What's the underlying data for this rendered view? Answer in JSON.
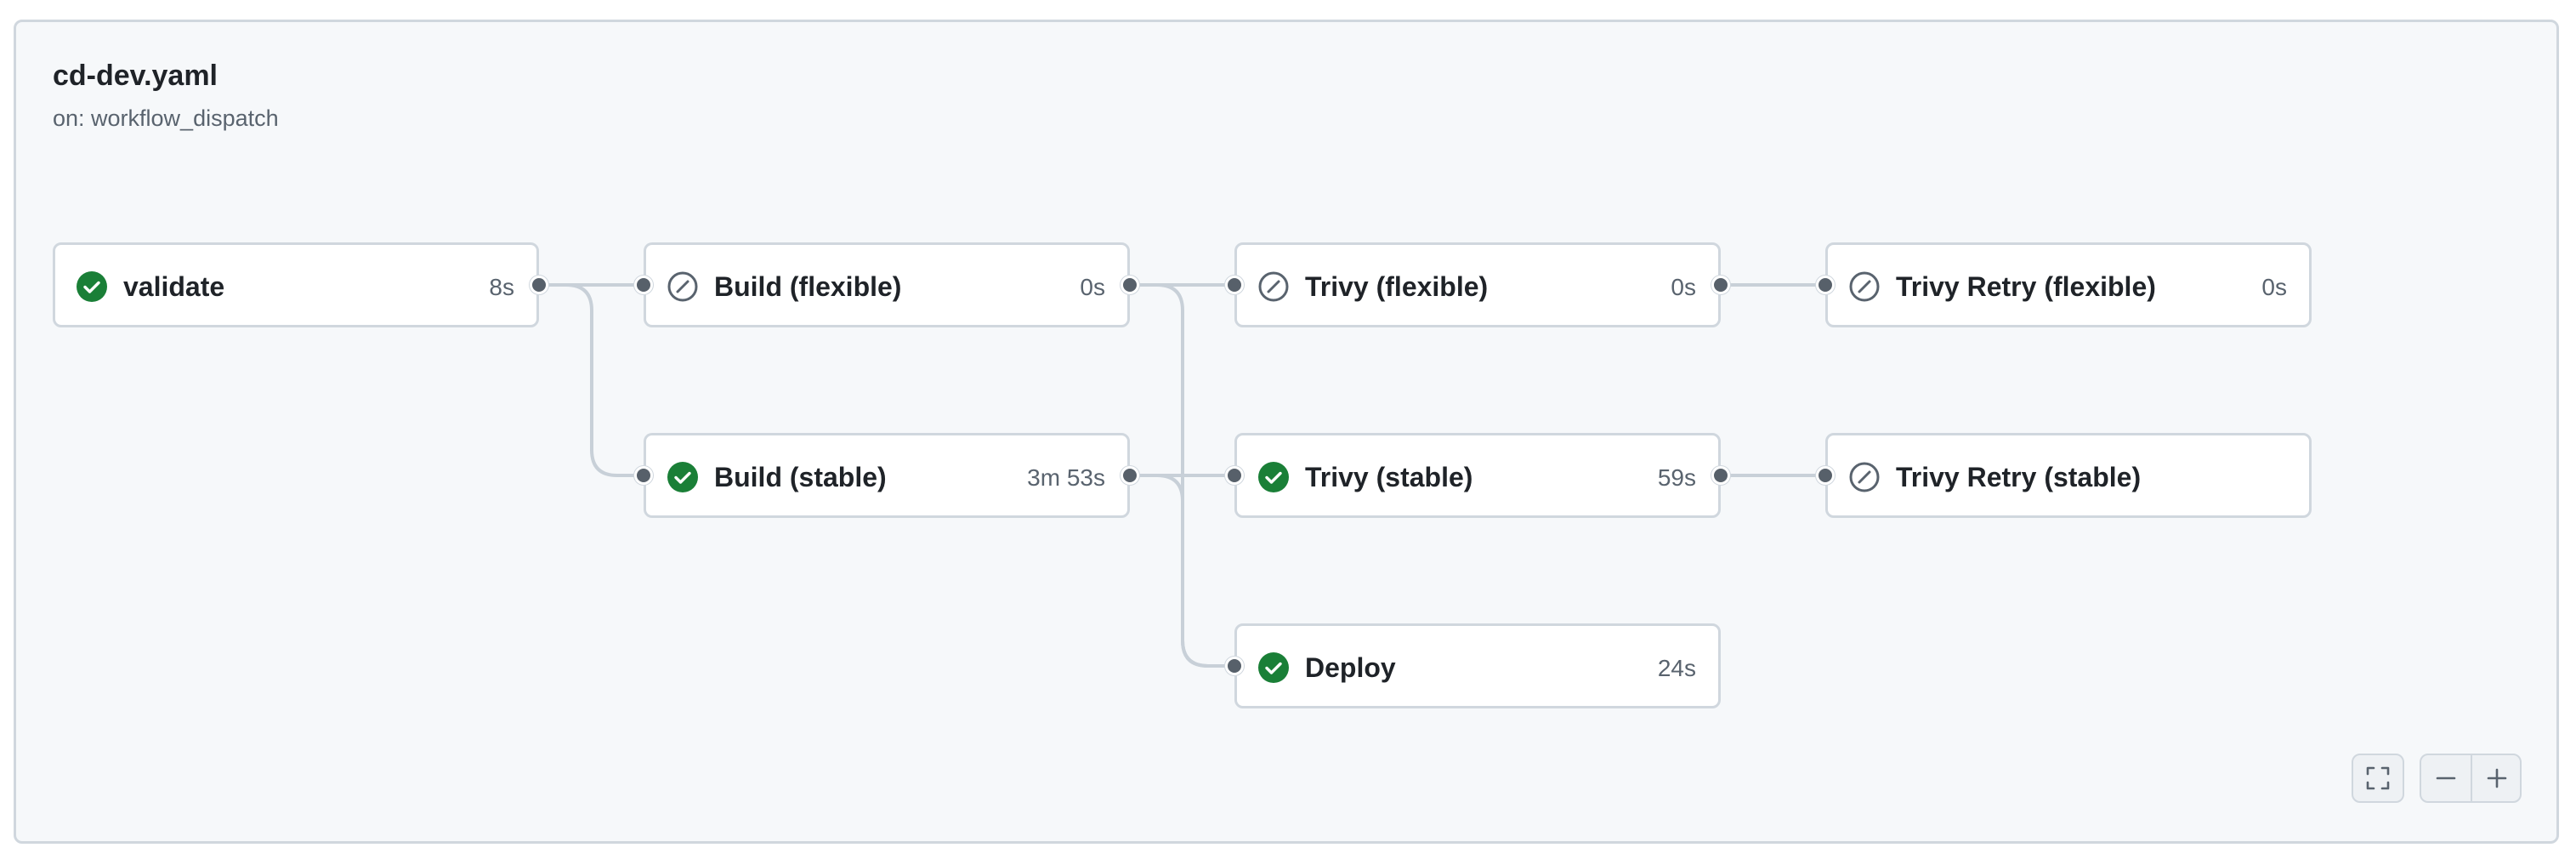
{
  "workflow": {
    "title": "cd-dev.yaml",
    "trigger": "on: workflow_dispatch"
  },
  "colors": {
    "success": "#1a7f37",
    "skipped": "#59636e",
    "edge": "#c8d0d8",
    "port": "#57606a"
  },
  "jobs": [
    {
      "id": "validate",
      "name": "validate",
      "duration": "8s",
      "status": "success",
      "status_icon": "check-circle-icon"
    },
    {
      "id": "build-flexible",
      "name": "Build (flexible)",
      "duration": "0s",
      "status": "skipped",
      "status_icon": "skipped-icon"
    },
    {
      "id": "build-stable",
      "name": "Build (stable)",
      "duration": "3m 53s",
      "status": "success",
      "status_icon": "check-circle-icon"
    },
    {
      "id": "trivy-flexible",
      "name": "Trivy (flexible)",
      "duration": "0s",
      "status": "skipped",
      "status_icon": "skipped-icon"
    },
    {
      "id": "trivy-stable",
      "name": "Trivy (stable)",
      "duration": "59s",
      "status": "success",
      "status_icon": "check-circle-icon"
    },
    {
      "id": "deploy",
      "name": "Deploy",
      "duration": "24s",
      "status": "success",
      "status_icon": "check-circle-icon"
    },
    {
      "id": "trivy-retry-flexible",
      "name": "Trivy Retry (flexible)",
      "duration": "0s",
      "status": "skipped",
      "status_icon": "skipped-icon"
    },
    {
      "id": "trivy-retry-stable",
      "name": "Trivy Retry (stable)",
      "duration": "",
      "status": "skipped",
      "status_icon": "skipped-icon"
    }
  ],
  "dependencies": [
    {
      "from": "validate",
      "to": "build-flexible"
    },
    {
      "from": "validate",
      "to": "build-stable"
    },
    {
      "from": "build-flexible",
      "to": "trivy-flexible"
    },
    {
      "from": "build-flexible",
      "to": "deploy"
    },
    {
      "from": "build-stable",
      "to": "trivy-stable"
    },
    {
      "from": "build-stable",
      "to": "deploy"
    },
    {
      "from": "trivy-flexible",
      "to": "trivy-retry-flexible"
    },
    {
      "from": "trivy-stable",
      "to": "trivy-retry-stable"
    }
  ],
  "controls": {
    "fullscreen_icon": "fullscreen-icon",
    "zoom_out_icon": "zoom-out-icon",
    "zoom_in_icon": "zoom-in-icon"
  }
}
